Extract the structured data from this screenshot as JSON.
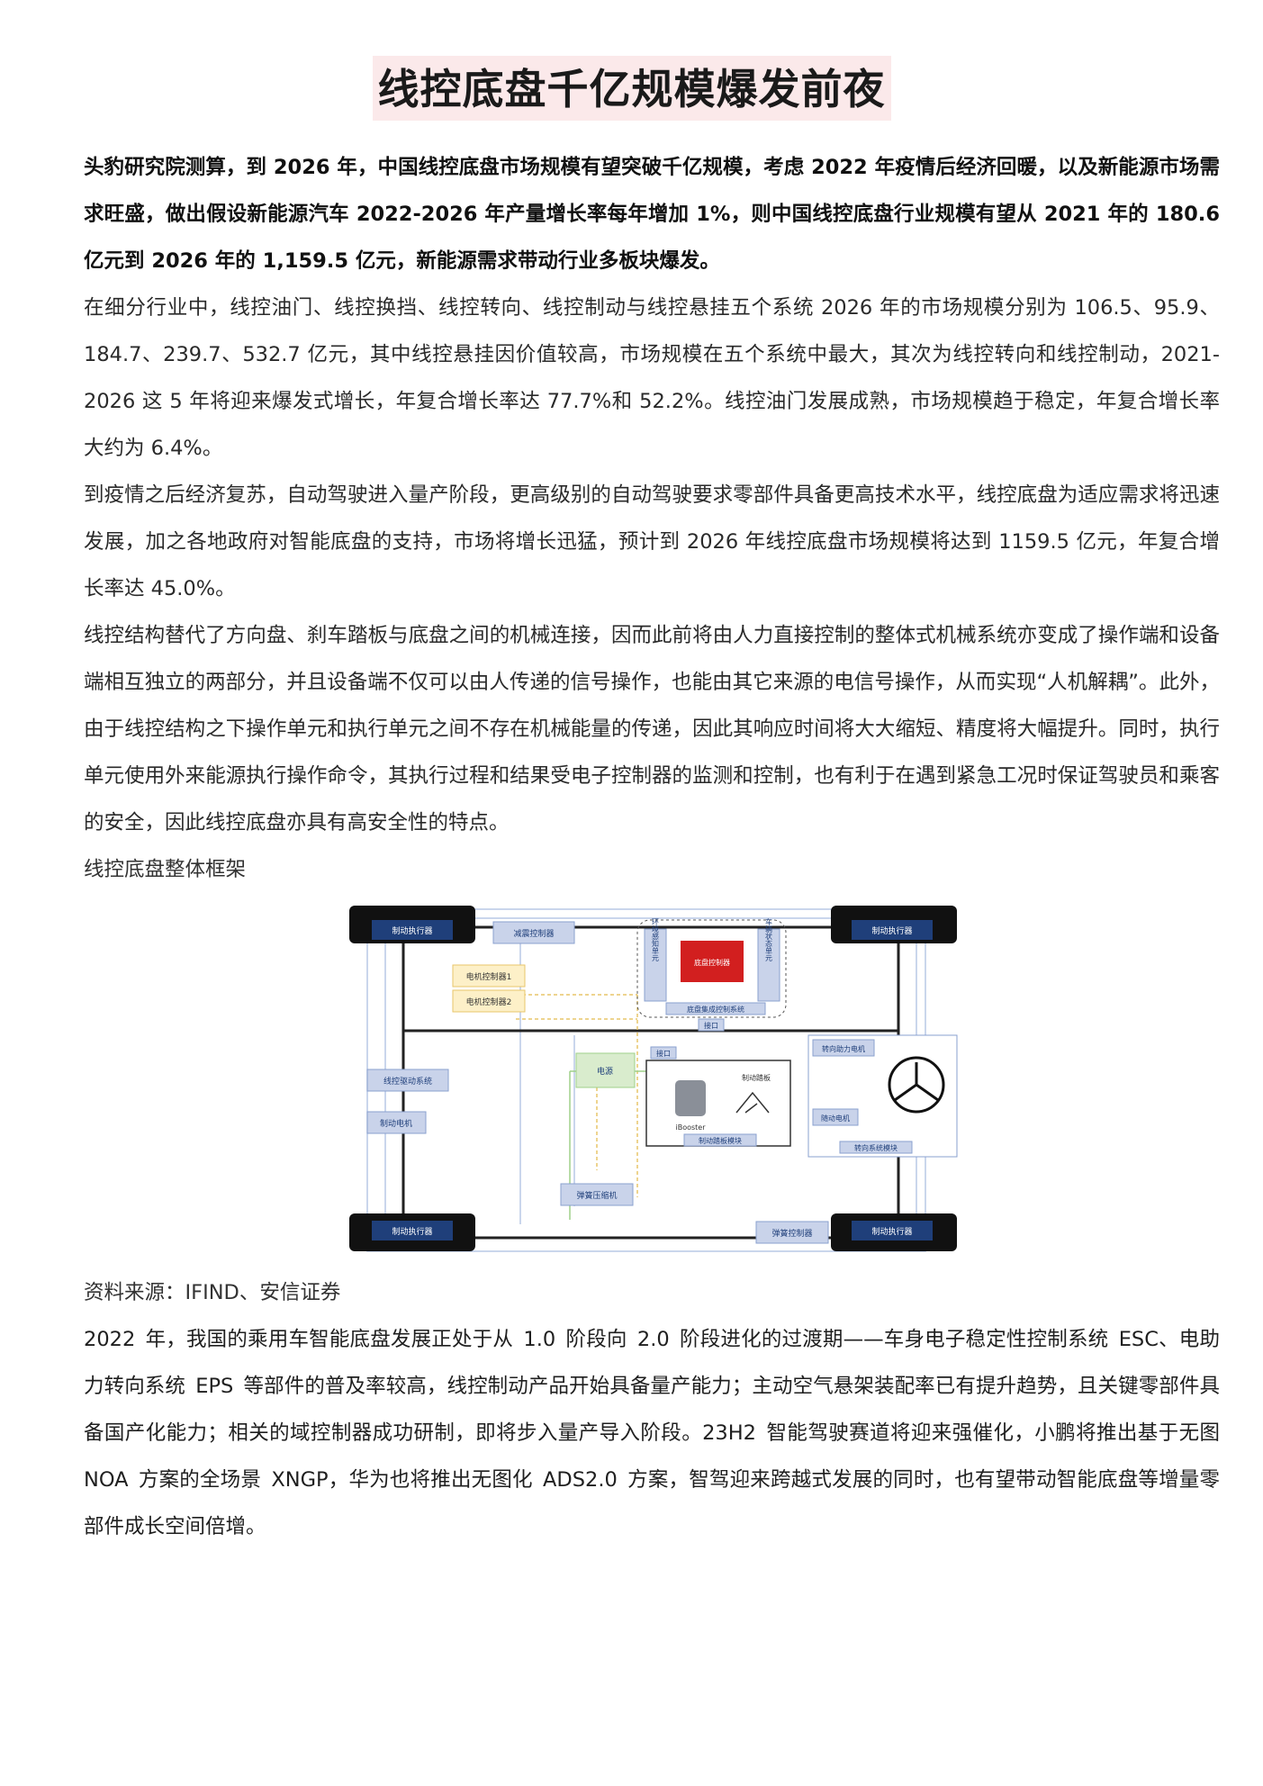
{
  "title": "线控底盘千亿规模爆发前夜",
  "paragraphs": {
    "p1": "头豹研究院测算，到 2026 年，中国线控底盘市场规模有望突破千亿规模，考虑 2022 年疫情后经济回暖，以及新能源市场需求旺盛，做出假设新能源汽车 2022-2026 年产量增长率每年增加 1%，则中国线控底盘行业规模有望从 2021 年的 180.6 亿元到 2026 年的 1,159.5 亿元，新能源需求带动行业多板块爆发。",
    "p2": "在细分行业中，线控油门、线控换挡、线控转向、线控制动与线控悬挂五个系统 2026 年的市场规模分别为 106.5、95.9、184.7、239.7、532.7 亿元，其中线控悬挂因价值较高，市场规模在五个系统中最大，其次为线控转向和线控制动，2021-2026 这 5 年将迎来爆发式增长，年复合增长率达 77.7%和 52.2%。线控油门发展成熟，市场规模趋于稳定，年复合增长率大约为 6.4%。",
    "p3": "到疫情之后经济复苏，自动驾驶进入量产阶段，更高级别的自动驾驶要求零部件具备更高技术水平，线控底盘为适应需求将迅速发展，加之各地政府对智能底盘的支持，市场将增长迅猛，预计到 2026 年线控底盘市场规模将达到 1159.5 亿元，年复合增长率达 45.0%。",
    "p4": "线控结构替代了方向盘、刹车踏板与底盘之间的机械连接，因而此前将由人力直接控制的整体式机械系统亦变成了操作端和设备端相互独立的两部分，并且设备端不仅可以由人传递的信号操作，也能由其它来源的电信号操作，从而实现“人机解耦”。此外，由于线控结构之下操作单元和执行单元之间不存在机械能量的传递，因此其响应时间将大大缩短、精度将大幅提升。同时，执行单元使用外来能源执行操作命令，其执行过程和结果受电子控制器的监测和控制，也有利于在遇到紧急工况时保证驾驶员和乘客的安全，因此线控底盘亦具有高安全性的特点。",
    "figure_caption": "线控底盘整体框架",
    "source": "资料来源：IFIND、安信证券",
    "p5": "2022 年，我国的乘用车智能底盘发展正处于从 1.0 阶段向 2.0 阶段进化的过渡期——车身电子稳定性控制系统 ESC、电助力转向系统 EPS 等部件的普及率较高，线控制动产品开始具备量产能力；主动空气悬架装配率已有提升趋势，且关键零部件具备国产化能力；相关的域控制器成功研制，即将步入量产导入阶段。23H2 智能驾驶赛道将迎来强催化，小鹏将推出基于无图 NOA 方案的全场景 XNGP，华为也将推出无图化 ADS2.0 方案，智驾迎来跨越式发展的同时，也有望带动智能底盘等增量零部件成长空间倍增。"
  },
  "diagram": {
    "brake_actuator_tl": "制动执行器",
    "brake_actuator_tr": "制动执行器",
    "brake_actuator_bl": "制动执行器",
    "brake_actuator_br": "制动执行器",
    "damping_controller": "减震控制器",
    "motor_controller_1": "电机控制器1",
    "motor_controller_2": "电机控制器2",
    "env_sensing_unit": "环境感知单元",
    "chassis_controller": "底盘控制器",
    "vehicle_state_unit": "车辆状态单元",
    "chassis_integrated_system": "底盘集成控制系统",
    "interface_top": "接口",
    "interface_mid": "接口",
    "power_supply": "电源",
    "steer_by_wire_drive": "线控驱动系统",
    "brake_motor": "制动电机",
    "ibooster": "iBooster",
    "brake_pedal": "制动踏板",
    "brake_pedal_module": "制动踏板模块",
    "steering_assist_motor": "转向助力电机",
    "steering_motor": "随动电机",
    "steering_system_module": "转向系统模块",
    "spring_compressor": "弹簧压缩机",
    "spring_controller": "弹簧控制器",
    "colors": {
      "tire": "#111111",
      "box_blue": "#1f3f7a",
      "box_light": "#c9d3ea",
      "box_yellow": "#fdf0c8",
      "box_green": "#d9eccd",
      "red_controller": "#d21f1f",
      "bus_line": "#222222"
    }
  }
}
